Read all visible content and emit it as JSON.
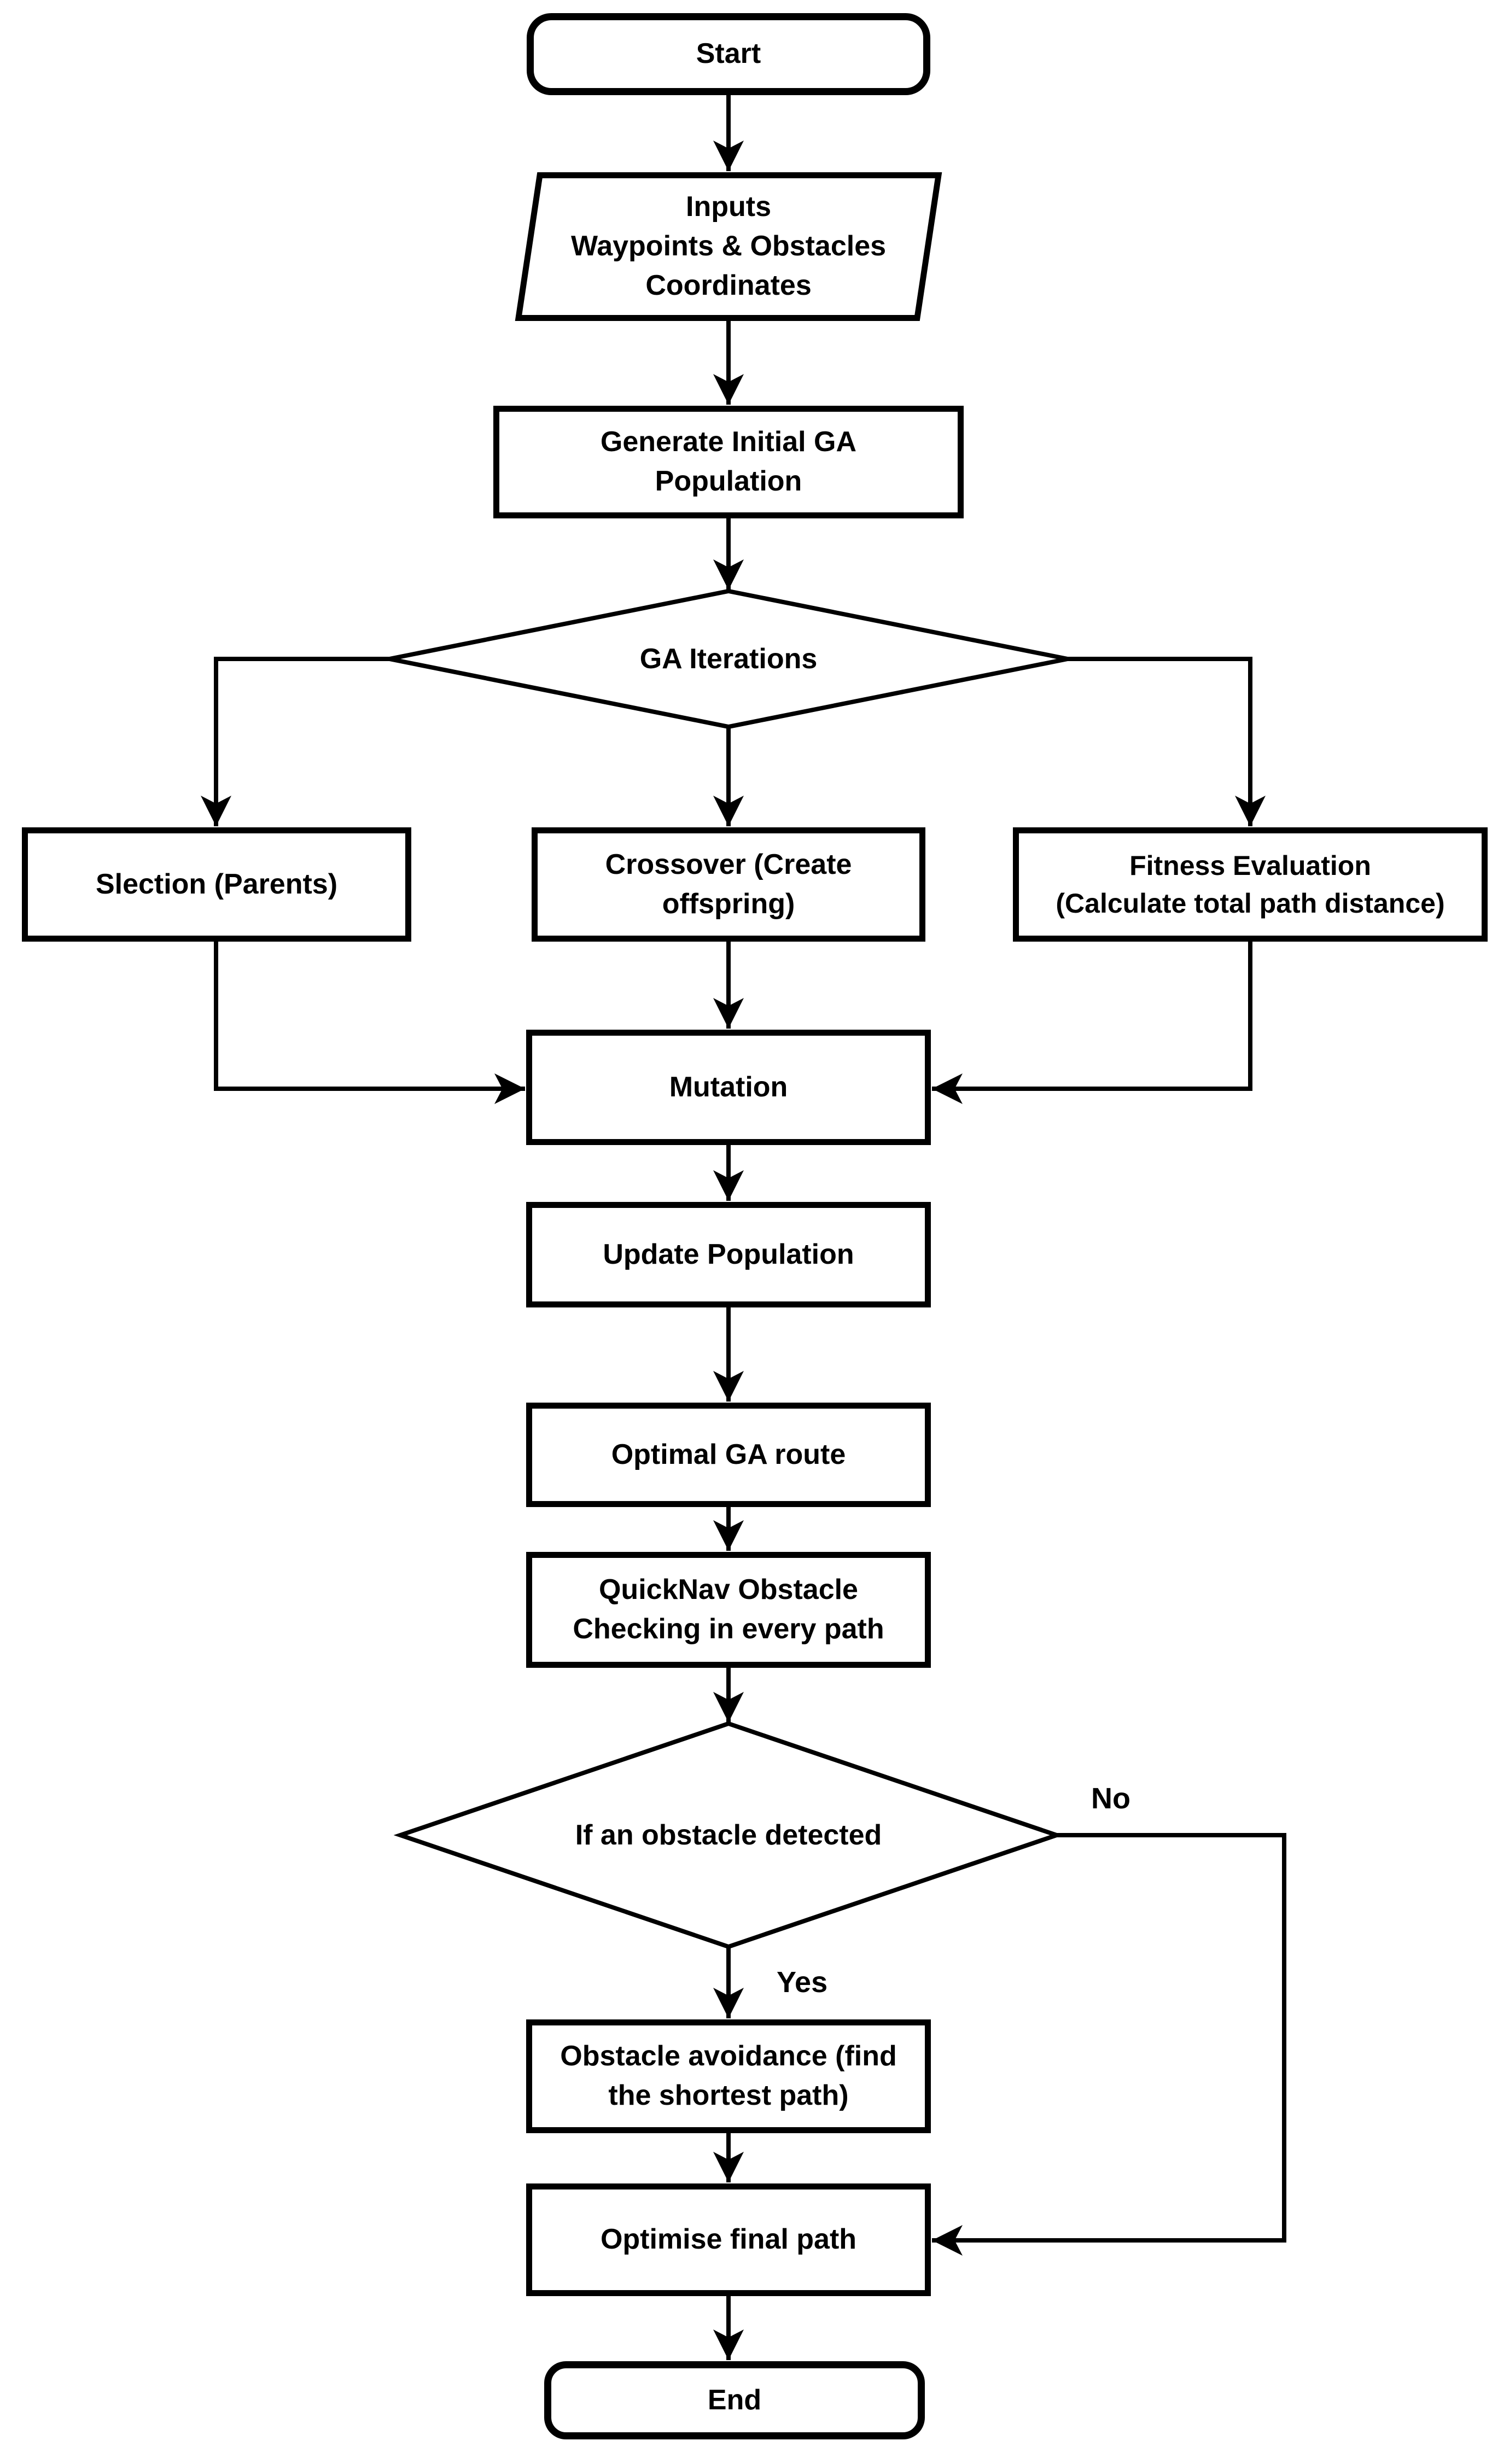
{
  "flowchart": {
    "colors": {
      "stroke": "#000000",
      "shape_fill": "#ffffff",
      "background": "#ffffff",
      "text": "#000000"
    },
    "nodes": {
      "start": {
        "label": "Start",
        "shape": "terminator"
      },
      "inputs": {
        "label": "Inputs\nWaypoints & Obstacles\nCoordinates",
        "shape": "parallelogram"
      },
      "generate_population": {
        "label": "Generate Initial GA\nPopulation",
        "shape": "process"
      },
      "ga_iterations": {
        "label": "GA Iterations",
        "shape": "decision"
      },
      "selection": {
        "label": "Slection (Parents)",
        "shape": "process"
      },
      "crossover": {
        "label": "Crossover (Create\noffspring)",
        "shape": "process"
      },
      "fitness_evaluation": {
        "label": "Fitness Evaluation\n(Calculate total path distance)",
        "shape": "process"
      },
      "mutation": {
        "label": "Mutation",
        "shape": "process"
      },
      "update_population": {
        "label": "Update Population",
        "shape": "process"
      },
      "optimal_route": {
        "label": "Optimal GA route",
        "shape": "process"
      },
      "quicknav_check": {
        "label": "QuickNav Obstacle\nChecking in every path",
        "shape": "process"
      },
      "obstacle_decision": {
        "label": "If an obstacle detected",
        "shape": "decision"
      },
      "obstacle_avoidance": {
        "label": "Obstacle avoidance (find\nthe shortest path)",
        "shape": "process"
      },
      "optimise_final_path": {
        "label": "Optimise final path",
        "shape": "process"
      },
      "end": {
        "label": "End",
        "shape": "terminator"
      }
    },
    "edge_labels": {
      "yes": "Yes",
      "no": "No"
    }
  }
}
